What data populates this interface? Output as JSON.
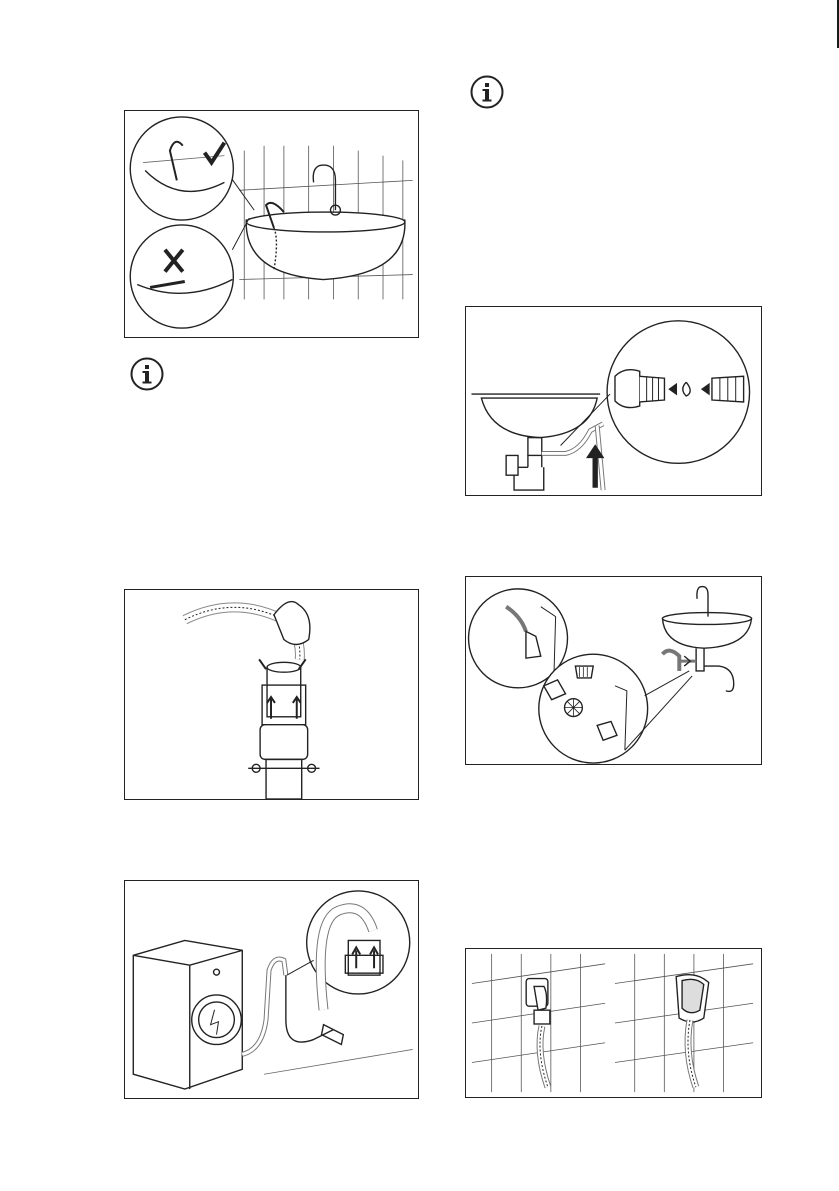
{
  "page": {
    "info_icon_glyph": "i",
    "figures": [
      {
        "id": "sink-hose-hook",
        "icon": "sink-with-drain-hose-icon"
      },
      {
        "id": "standpipe-hose",
        "icon": "standpipe-drain-icon"
      },
      {
        "id": "washer-standpipe",
        "icon": "washing-machine-drain-icon"
      },
      {
        "id": "siphon-spigot",
        "icon": "sink-siphon-connection-icon"
      },
      {
        "id": "siphon-spigot-filter",
        "icon": "siphon-filter-icon"
      },
      {
        "id": "wall-drain-outlet",
        "icon": "wall-drain-outlet-icon"
      }
    ]
  }
}
